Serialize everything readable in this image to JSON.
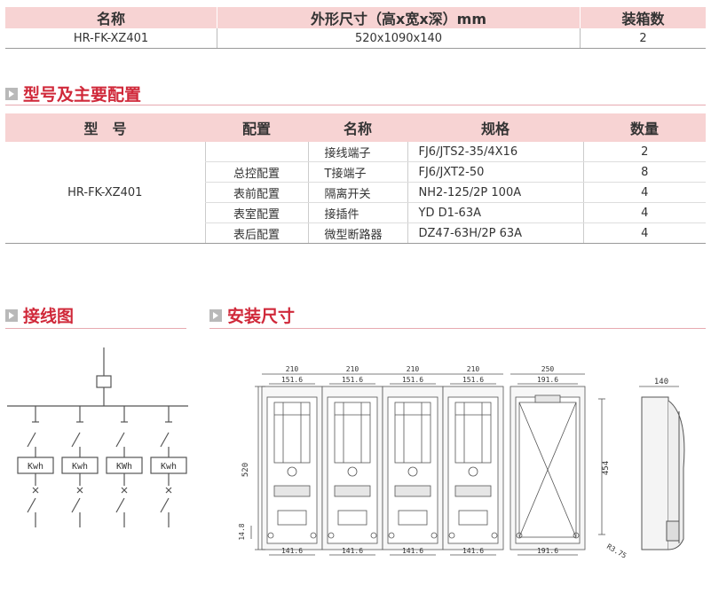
{
  "dims_table": {
    "headers": [
      "名称",
      "外形尺寸（高x宽x深）mm",
      "装箱数"
    ],
    "row": [
      "HR-FK-XZ401",
      "520x1090x140",
      "2"
    ]
  },
  "sections": {
    "config": "型号及主要配置",
    "wiring": "接线图",
    "install": "安装尺寸"
  },
  "config_table": {
    "headers": [
      "型　号",
      "配置",
      "名称",
      "规格",
      "数量"
    ],
    "model": "HR-FK-XZ401",
    "rows": [
      {
        "config": "",
        "name": "接线端子",
        "spec": "FJ6/JTS2-35/4X16",
        "qty": "2"
      },
      {
        "config": "总控配置",
        "name": "T接端子",
        "spec": "FJ6/JXT2-50",
        "qty": "8"
      },
      {
        "config": "表前配置",
        "name": "隔离开关",
        "spec": "NH2-125/2P 100A",
        "qty": "4"
      },
      {
        "config": "表室配置",
        "name": "接插件",
        "spec": "YD D1-63A",
        "qty": "4"
      },
      {
        "config": "表后配置",
        "name": "微型断路器",
        "spec": "DZ47-63H/2P 63A",
        "qty": "4"
      }
    ]
  },
  "wiring": {
    "meters": [
      "Kwh",
      "Kwh",
      "KWh",
      "Kwh"
    ]
  },
  "install": {
    "top_dims": [
      "210",
      "210",
      "210",
      "210",
      "250"
    ],
    "inner_dims": [
      "151.6",
      "151.6",
      "151.6",
      "151.6",
      "191.6"
    ],
    "bottom_dims": [
      "141.6",
      "141.6",
      "141.6",
      "141.6",
      "191.6"
    ],
    "height": "520",
    "inner_height": "454",
    "small_height": "14.8",
    "radius": "R3.75",
    "depth": "140"
  }
}
